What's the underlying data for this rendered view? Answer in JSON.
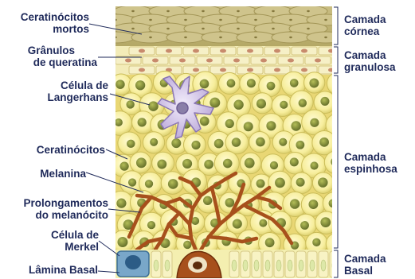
{
  "left_labels": {
    "ceratinocitos_mortos": [
      "Ceratinócitos",
      "mortos"
    ],
    "granulos": [
      "Grânulos",
      "de queratina"
    ],
    "langerhans": [
      "Célula de",
      "Langerhans"
    ],
    "ceratinocitos": [
      "Ceratinócitos"
    ],
    "melanina": [
      "Melanina"
    ],
    "prolongamentos": [
      "Prolongamentos",
      "do melanócito"
    ],
    "merkel": [
      "Célula de",
      "Merkel"
    ],
    "lamina": [
      "Lâmina Basal"
    ]
  },
  "layer_labels": {
    "cornea": [
      "Camada",
      "córnea"
    ],
    "granulosa": [
      "Camada",
      "granulosa"
    ],
    "espinhosa": [
      "Camada",
      "espinhosa"
    ],
    "basal": [
      "Camada",
      "Basal"
    ]
  }
}
